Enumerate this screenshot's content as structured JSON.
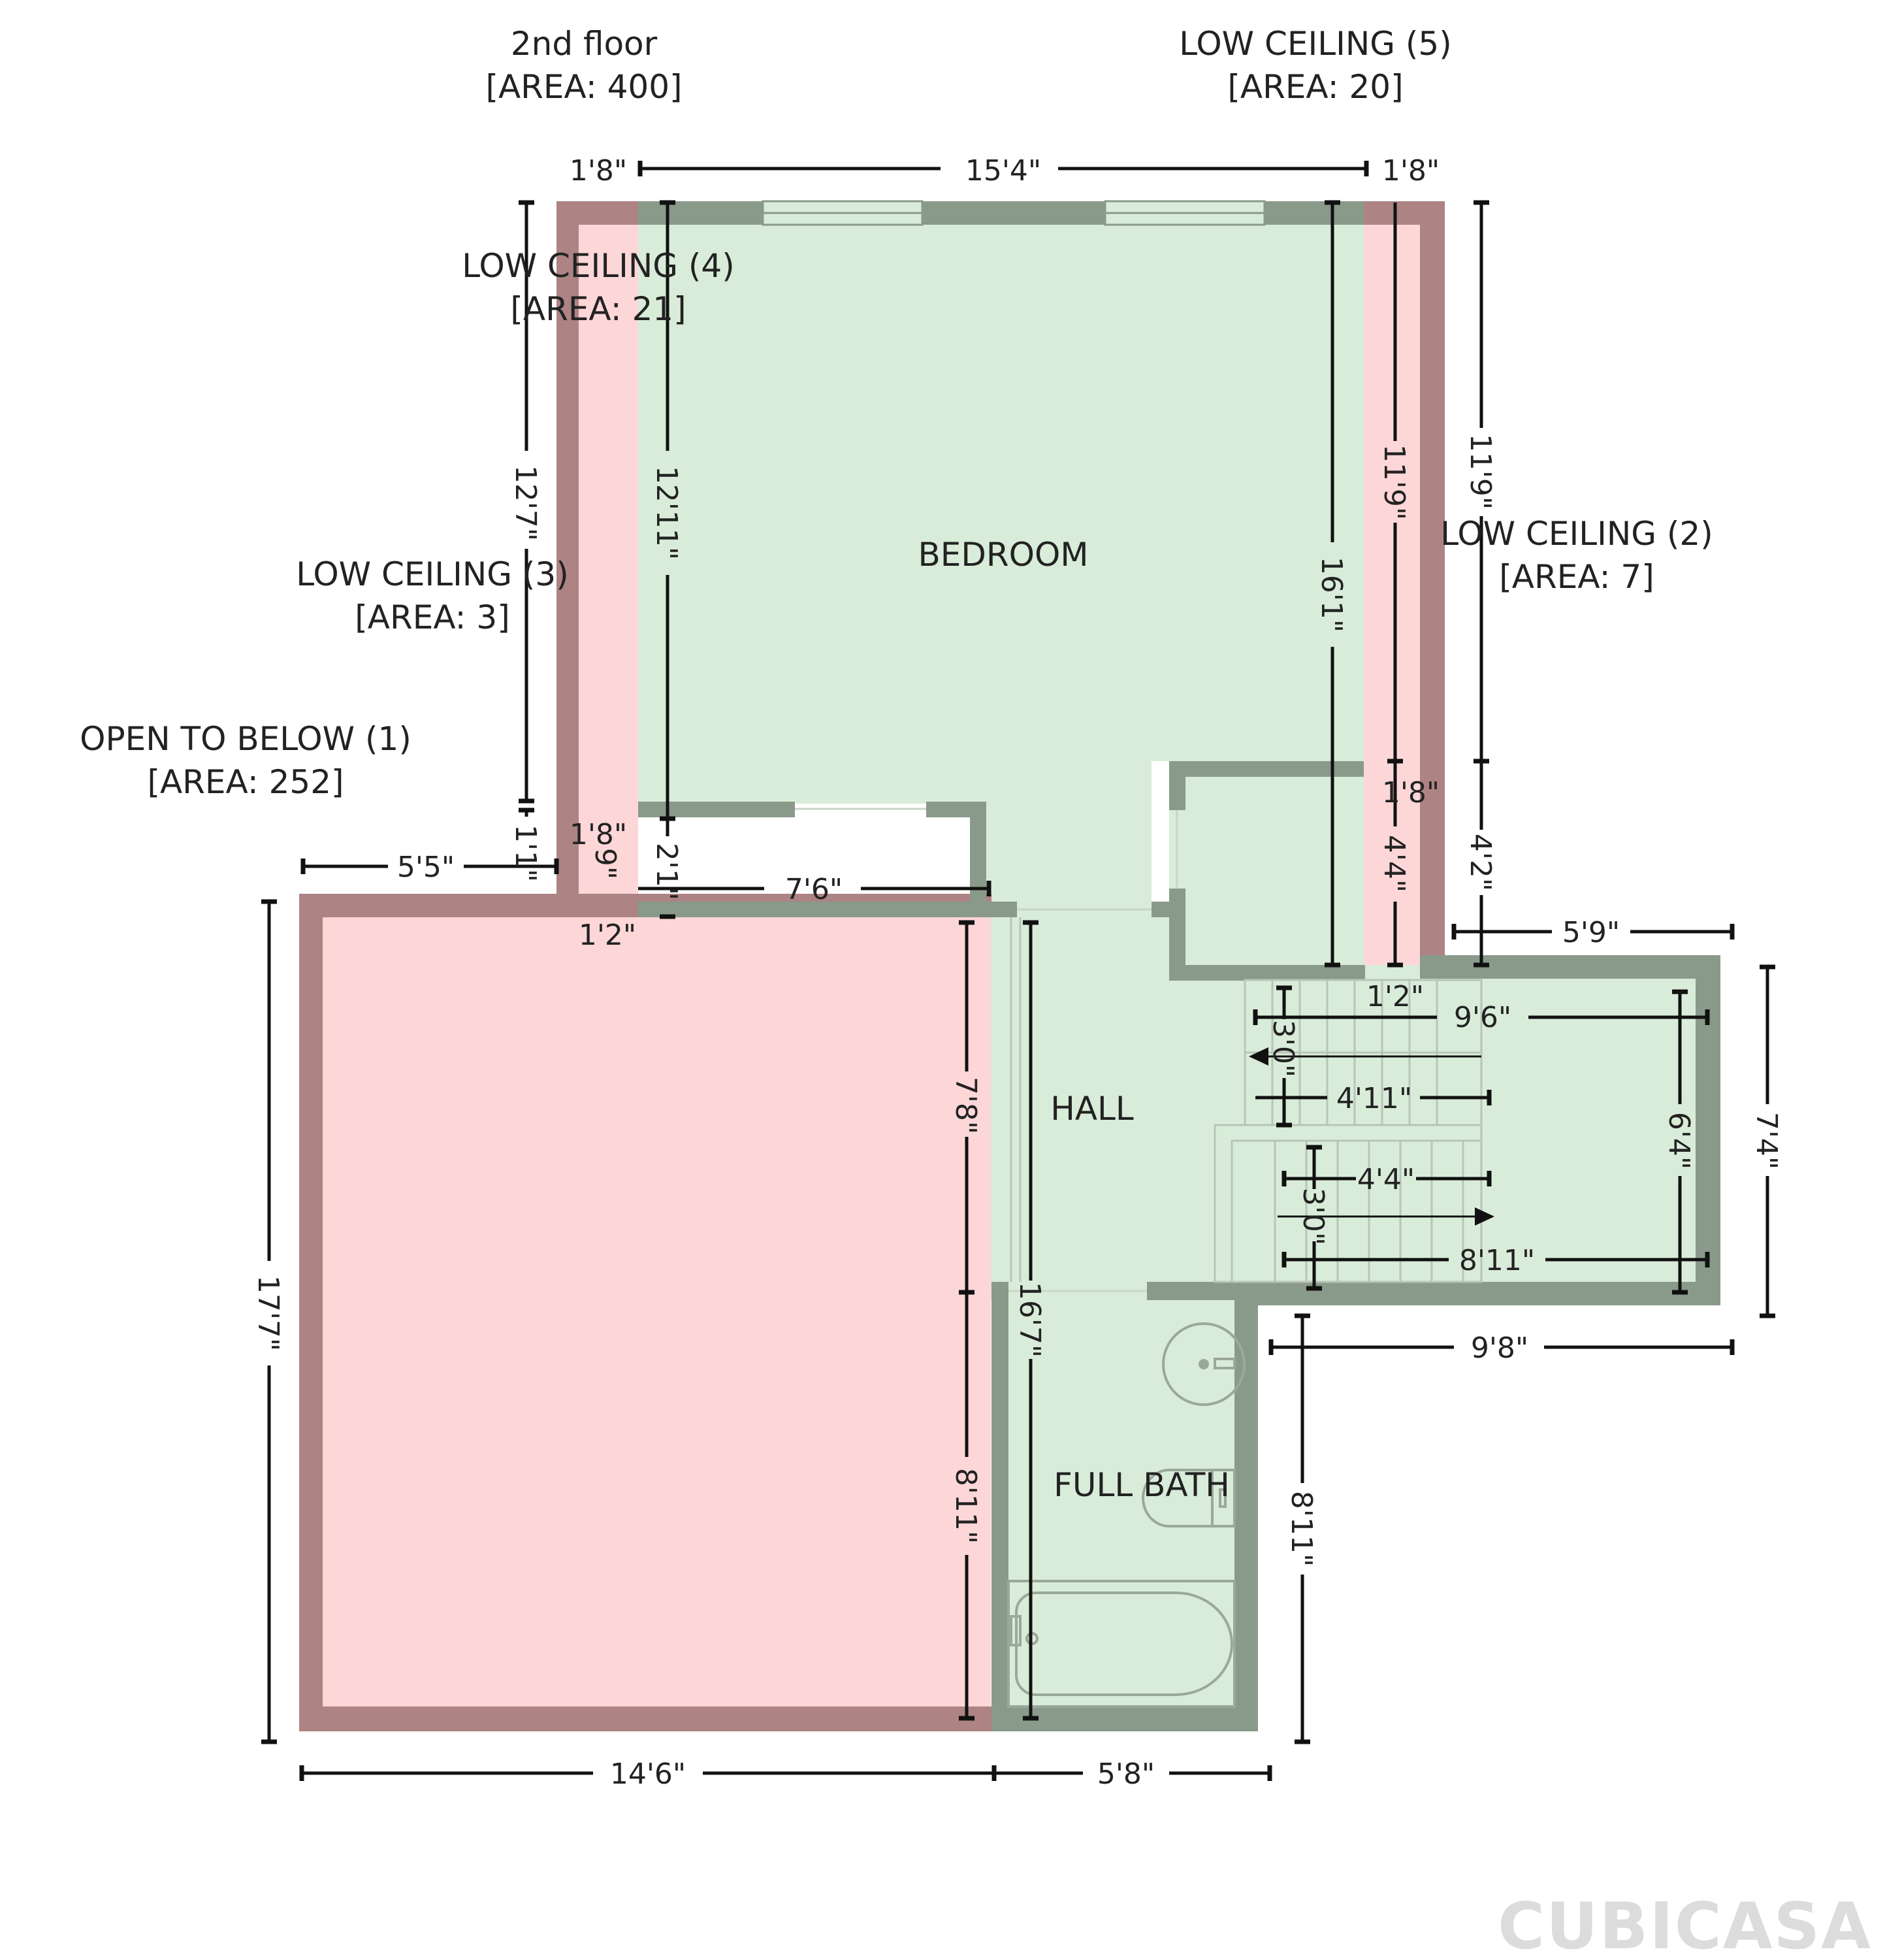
{
  "floor": {
    "name": "2nd floor",
    "area": "[AREA: 400]"
  },
  "zones": {
    "low_ceiling_5": {
      "name": "LOW CEILING (5)",
      "area": "[AREA: 20]"
    },
    "low_ceiling_4": {
      "name": "LOW CEILING (4)",
      "area": "[AREA: 21]"
    },
    "low_ceiling_3": {
      "name": "LOW CEILING (3)",
      "area": "[AREA: 3]"
    },
    "low_ceiling_2": {
      "name": "LOW CEILING (2)",
      "area": "[AREA: 7]"
    },
    "open_to_below_1": {
      "name": "OPEN TO BELOW (1)",
      "area": "[AREA: 252]"
    }
  },
  "rooms": {
    "bedroom": "BEDROOM",
    "hall": "HALL",
    "full_bath": "FULL BATH"
  },
  "dimensions": {
    "top_left": "1'8\"",
    "top_mid": "15'4\"",
    "top_right": "1'8\"",
    "left_lc4": "12'7\"",
    "bedroom_left": "12'11\"",
    "bedroom_right": "16'1\"",
    "lc5_vert": "11'9\"",
    "outer_right": "11'9\"",
    "lc2_small_w": "1'8\"",
    "lc2_small_h": "4'4\"",
    "right_step": "4'2\"",
    "lc3_w": "1'8\"",
    "lc3_h": "9\"",
    "left_small": "1'1\"",
    "bed_step": "2'1\"",
    "hall_top": "7'6\"",
    "left_ext": "5'5\"",
    "lc3_bottom": "1'2\"",
    "stair_right": "5'9\"",
    "stair_jog": "1'2\"",
    "stair_w": "9'6\"",
    "stair_run1": "3'0\"",
    "stair_mid": "4'11\"",
    "stair_land": "4'4\"",
    "stair_run2": "3'0\"",
    "stair_bottom": "8'11\"",
    "stair_inner": "6'4\"",
    "stair_outer": "7'4\"",
    "stair_base": "9'8\"",
    "otb_upper": "7'8\"",
    "otb_lower": "8'11\"",
    "otb_left": "17'7\"",
    "hall_h": "16'7\"",
    "bath_h": "8'11\"",
    "bottom_left": "14'6\"",
    "bottom_right": "5'8\""
  },
  "brand": "CUBICASA",
  "colors": {
    "wall": "#8a9a8a",
    "room": "#d9ecd9",
    "low_ceiling": "#fdd6d8",
    "red_wall": "#ad8383"
  }
}
